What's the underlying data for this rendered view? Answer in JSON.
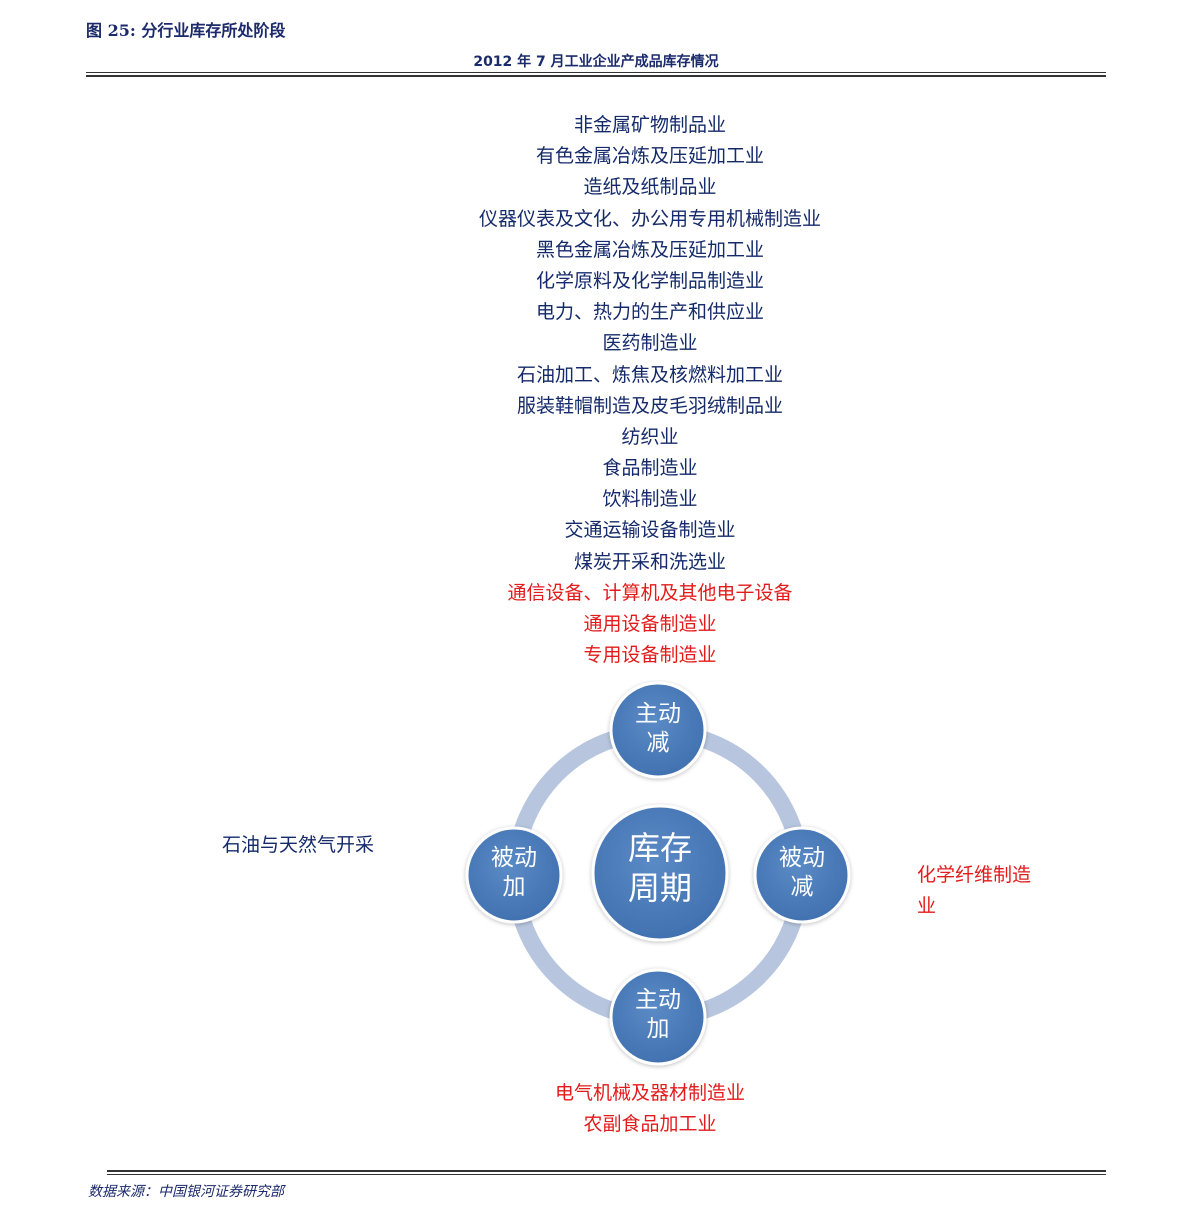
{
  "figure": {
    "title": "图 25:  分行业库存所处阶段",
    "subtitle": "2012 年 7 月工业企业产成品库存情况",
    "source": "数据来源：中国银河证券研究部"
  },
  "top_list": [
    {
      "label": "非金属矿物制品业",
      "highlight": false
    },
    {
      "label": "有色金属冶炼及压延加工业",
      "highlight": false
    },
    {
      "label": "造纸及纸制品业",
      "highlight": false
    },
    {
      "label": "仪器仪表及文化、办公用专用机械制造业",
      "highlight": false
    },
    {
      "label": "黑色金属冶炼及压延加工业",
      "highlight": false
    },
    {
      "label": "化学原料及化学制品制造业",
      "highlight": false
    },
    {
      "label": "电力、热力的生产和供应业",
      "highlight": false
    },
    {
      "label": "医药制造业",
      "highlight": false
    },
    {
      "label": "石油加工、炼焦及核燃料加工业",
      "highlight": false
    },
    {
      "label": "服装鞋帽制造及皮毛羽绒制品业",
      "highlight": false
    },
    {
      "label": "纺织业",
      "highlight": false
    },
    {
      "label": "食品制造业",
      "highlight": false
    },
    {
      "label": "饮料制造业",
      "highlight": false
    },
    {
      "label": "交通运输设备制造业",
      "highlight": false
    },
    {
      "label": "煤炭开采和洗选业",
      "highlight": false
    },
    {
      "label": "通信设备、计算机及其他电子设备",
      "highlight": true
    },
    {
      "label": "通用设备制造业",
      "highlight": true
    },
    {
      "label": "专用设备制造业",
      "highlight": true
    }
  ],
  "cycle": {
    "center": "库存周期",
    "center_lines": [
      "库存",
      "周期"
    ],
    "nodes": {
      "top": [
        "主动",
        "减"
      ],
      "right": [
        "被动",
        "减"
      ],
      "bottom": [
        "主动",
        "加"
      ],
      "left": [
        "被动",
        "加"
      ]
    }
  },
  "left_list": [
    "石油与天然气开采"
  ],
  "right_list": [
    "化学纤维制造业"
  ],
  "bottom_list": [
    "电气机械及器材制造业",
    "农副食品加工业"
  ],
  "colors": {
    "navy_text": "#152a6a",
    "red_text": "#e31b1b",
    "node_fill": "#4a7ab8",
    "ring": "#b7c6de"
  }
}
